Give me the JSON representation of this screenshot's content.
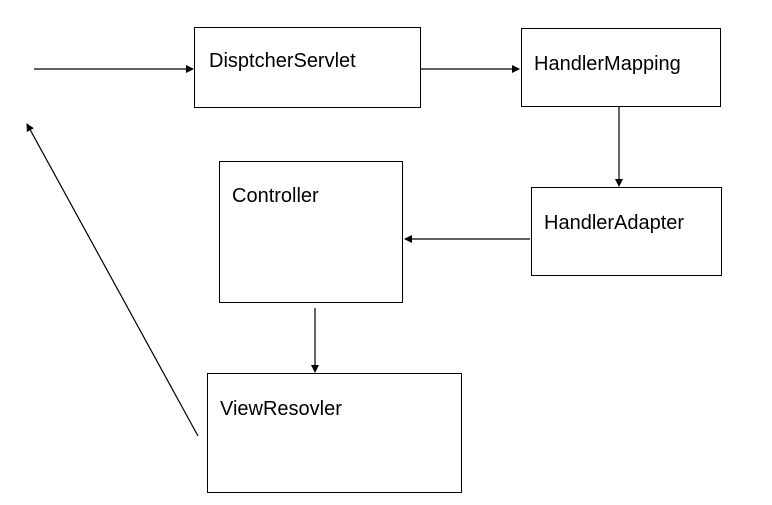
{
  "diagram": {
    "nodes": {
      "dispatcher": {
        "label": "DisptcherServlet"
      },
      "handler_mapping": {
        "label": "HandlerMapping"
      },
      "handler_adapter": {
        "label": "HandlerAdapter"
      },
      "controller": {
        "label": "Controller"
      },
      "view_resolver": {
        "label": "ViewResovler"
      }
    },
    "edges": [
      {
        "from": "incoming-request",
        "to": "dispatcher"
      },
      {
        "from": "dispatcher",
        "to": "handler_mapping"
      },
      {
        "from": "handler_mapping",
        "to": "handler_adapter"
      },
      {
        "from": "handler_adapter",
        "to": "controller"
      },
      {
        "from": "controller",
        "to": "view_resolver"
      },
      {
        "from": "view_resolver",
        "to": "outgoing-response"
      }
    ]
  }
}
